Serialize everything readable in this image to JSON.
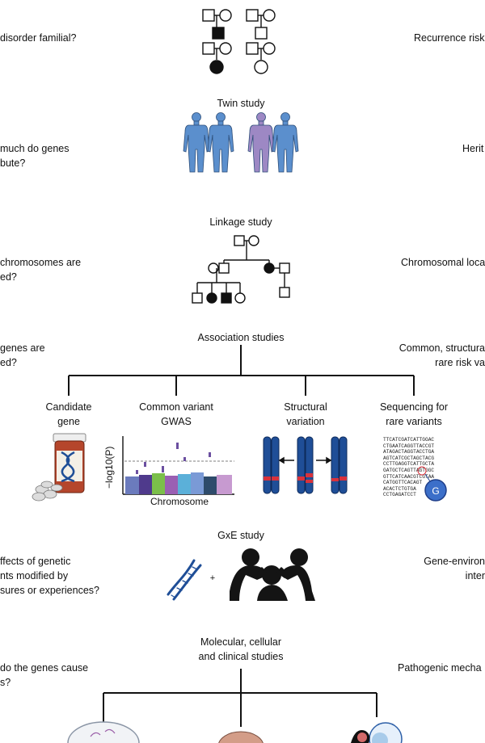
{
  "left_questions": [
    "disorder familial?",
    "much do genes\nbute?",
    "chromosomes are\ned?",
    "genes are\ned?",
    "ffects of genetic\nnts modified by\nsures or experiences?",
    "do the genes cause\ns?"
  ],
  "right_answers": [
    "Recurrence risk",
    "Herit",
    "Chromosomal loca",
    "Common, structura\nrare risk va",
    "Gene-environ\ninter",
    "Pathogenic mecha"
  ],
  "center_labels": {
    "twin": "Twin study",
    "linkage": "Linkage study",
    "association": "Association studies",
    "gxe": "GxE study",
    "molecular": "Molecular, cellular\nand clinical studies"
  },
  "branch_labels": {
    "candidate": "Candidate\ngene",
    "gwas": "Common variant\nGWAS",
    "structural": "Structural\nvariation",
    "sequencing": "Sequencing for\nrare variants"
  },
  "gwas_axis": {
    "ylabel": "−log10(P)",
    "xlabel": "Chromosome"
  },
  "sequence_text": "TTCATCGATCATTGGAC\nCTGAATCAGGTTACCGT\nATAGACTAGGTACCTGA\nAGTCATCGCTAGCTACG\nCCTTGAGGTCATTGCTA\nGATGCTCAGTTAGTGGC\nGTTCATCAACGTCGTAA\nCATGGTTCACAGT\nACACTCTGTGA\nCCTGAGATCCT",
  "variant_letter": "G",
  "gxe_plus": "+",
  "colors": {
    "figure_blue": "#5b8fcd",
    "figure_purple": "#9d88c4",
    "chrom_blue": "#1f4e97",
    "chrom_band": "#d8323c",
    "ink": "#111111"
  }
}
